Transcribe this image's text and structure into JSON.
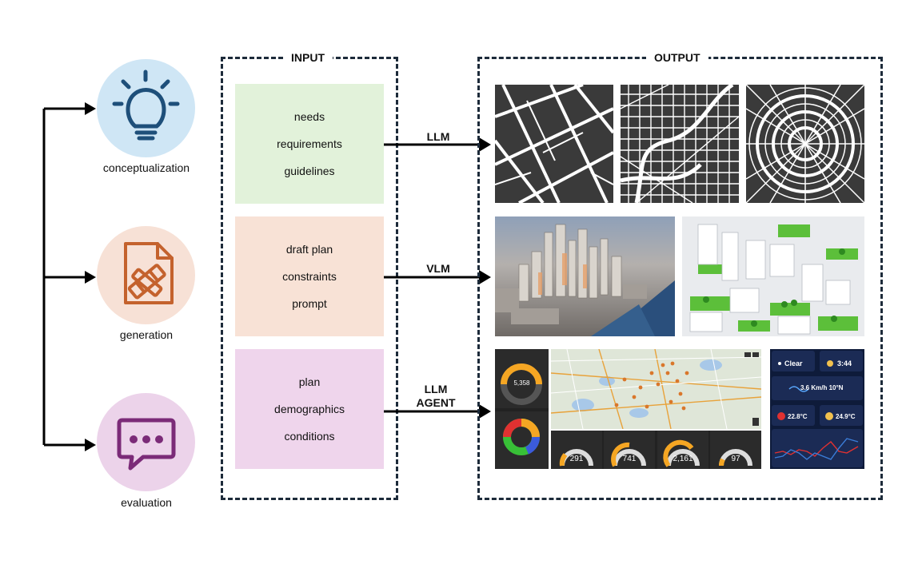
{
  "stages": [
    {
      "id": "conceptualization",
      "label": "conceptualization",
      "icon": "lightbulb-icon",
      "color": "#cfe6f5"
    },
    {
      "id": "generation",
      "label": "generation",
      "icon": "document-pencil-icon",
      "color": "#f7e1d6"
    },
    {
      "id": "evaluation",
      "label": "evaluation",
      "icon": "speech-bubble-icon",
      "color": "#ecd3ea"
    }
  ],
  "input": {
    "title": "INPUT",
    "boxes": [
      {
        "items": [
          "needs",
          "requirements",
          "guidelines"
        ],
        "color": "#e2f2da"
      },
      {
        "items": [
          "draft plan",
          "constraints",
          "prompt"
        ],
        "color": "#f8e2d6"
      },
      {
        "items": [
          "plan",
          "demographics",
          "conditions"
        ],
        "color": "#efd5ec"
      }
    ]
  },
  "arrows": [
    {
      "label": "LLM"
    },
    {
      "label": "VLM"
    },
    {
      "label_line1": "LLM",
      "label_line2": "AGENT"
    }
  ],
  "output": {
    "title": "OUTPUT",
    "dashboard": {
      "donut1_value": "5,358",
      "gauges": [
        "291",
        "741",
        "2,161",
        "97"
      ],
      "weather_condition": "Clear",
      "weather_time": "3:44",
      "wind": "3.6 Km/h 10°N",
      "temp1": "22.8°C",
      "temp2": "24.9°C"
    }
  },
  "colors": {
    "dash": "#1d2b3a",
    "icon_blue": "#1e4f7a",
    "icon_orange": "#c4622d",
    "icon_purple": "#7b2b78"
  }
}
